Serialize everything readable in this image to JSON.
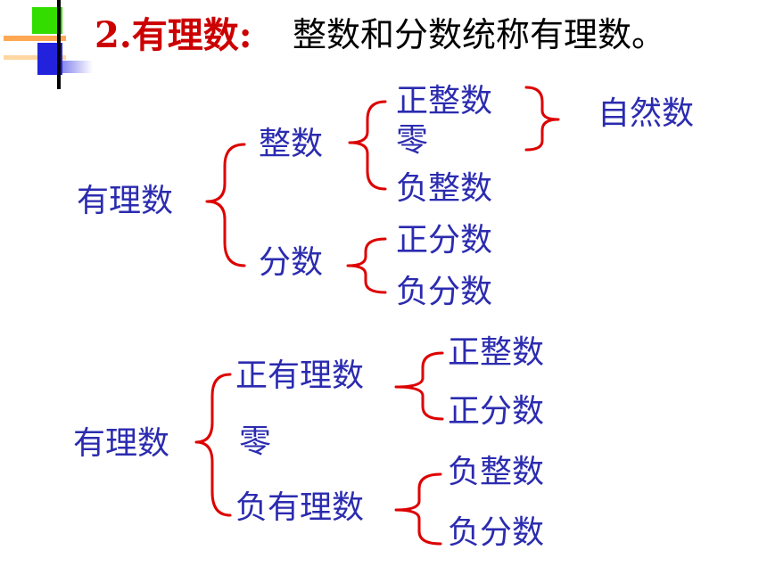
{
  "title": {
    "number_label": "2.有理数:",
    "definition": "整数和分数统称有理数。"
  },
  "classification_by_type": {
    "root": "有理数",
    "integers": {
      "label": "整数",
      "children": [
        "正整数",
        "零",
        "负整数"
      ],
      "natural_group": "自然数"
    },
    "fractions": {
      "label": "分数",
      "children": [
        "正分数",
        "负分数"
      ]
    }
  },
  "classification_by_sign": {
    "root": "有理数",
    "positive": {
      "label": "正有理数",
      "children": [
        "正整数",
        "正分数"
      ]
    },
    "zero": "零",
    "negative": {
      "label": "负有理数",
      "children": [
        "负整数",
        "负分数"
      ]
    }
  },
  "colors": {
    "title_red": "#cc0000",
    "node_blue": "#2b2bb0",
    "bracket_red": "#dd0000",
    "deco_green": "#33dd00",
    "deco_blue": "#2222dd",
    "deco_orange": "#ff9933"
  }
}
